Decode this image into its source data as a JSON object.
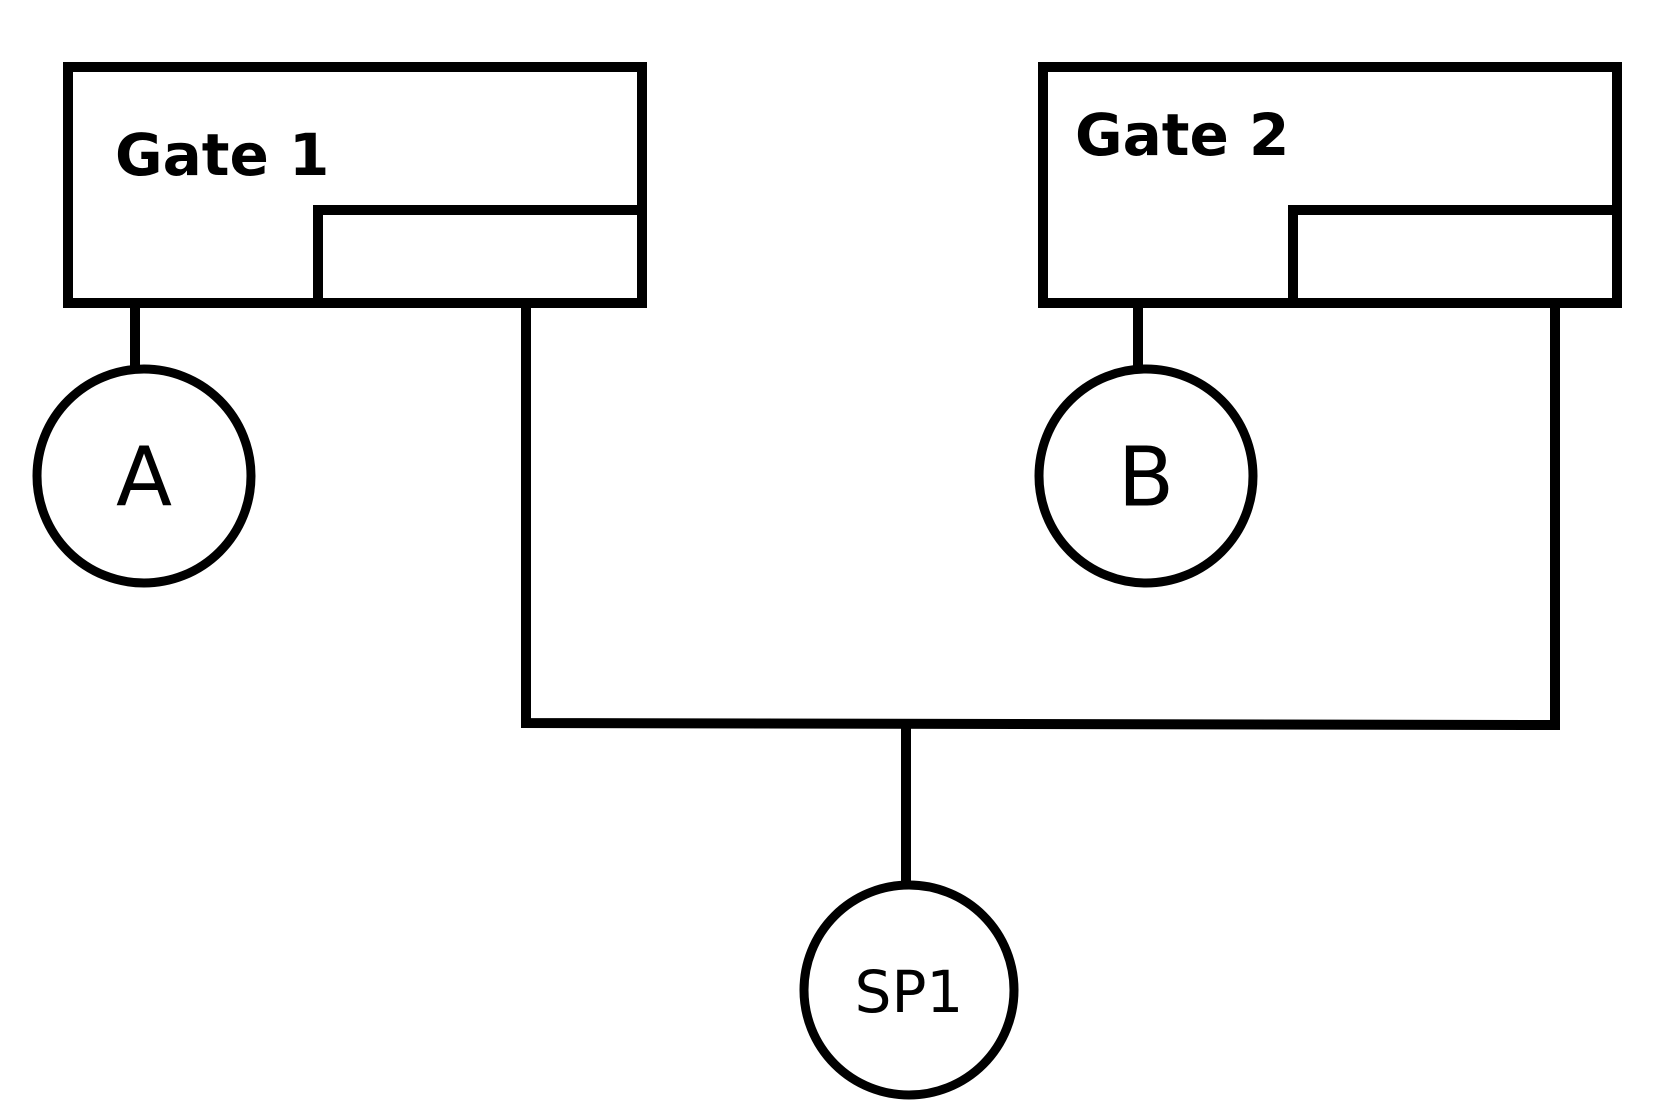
{
  "gates": [
    {
      "id": "gate-1",
      "label": "Gate 1"
    },
    {
      "id": "gate-2",
      "label": "Gate 2"
    }
  ],
  "nodes": {
    "a": "A",
    "b": "B",
    "sp1": "SP1"
  },
  "colors": {
    "stroke": "#000000",
    "background": "#ffffff"
  }
}
